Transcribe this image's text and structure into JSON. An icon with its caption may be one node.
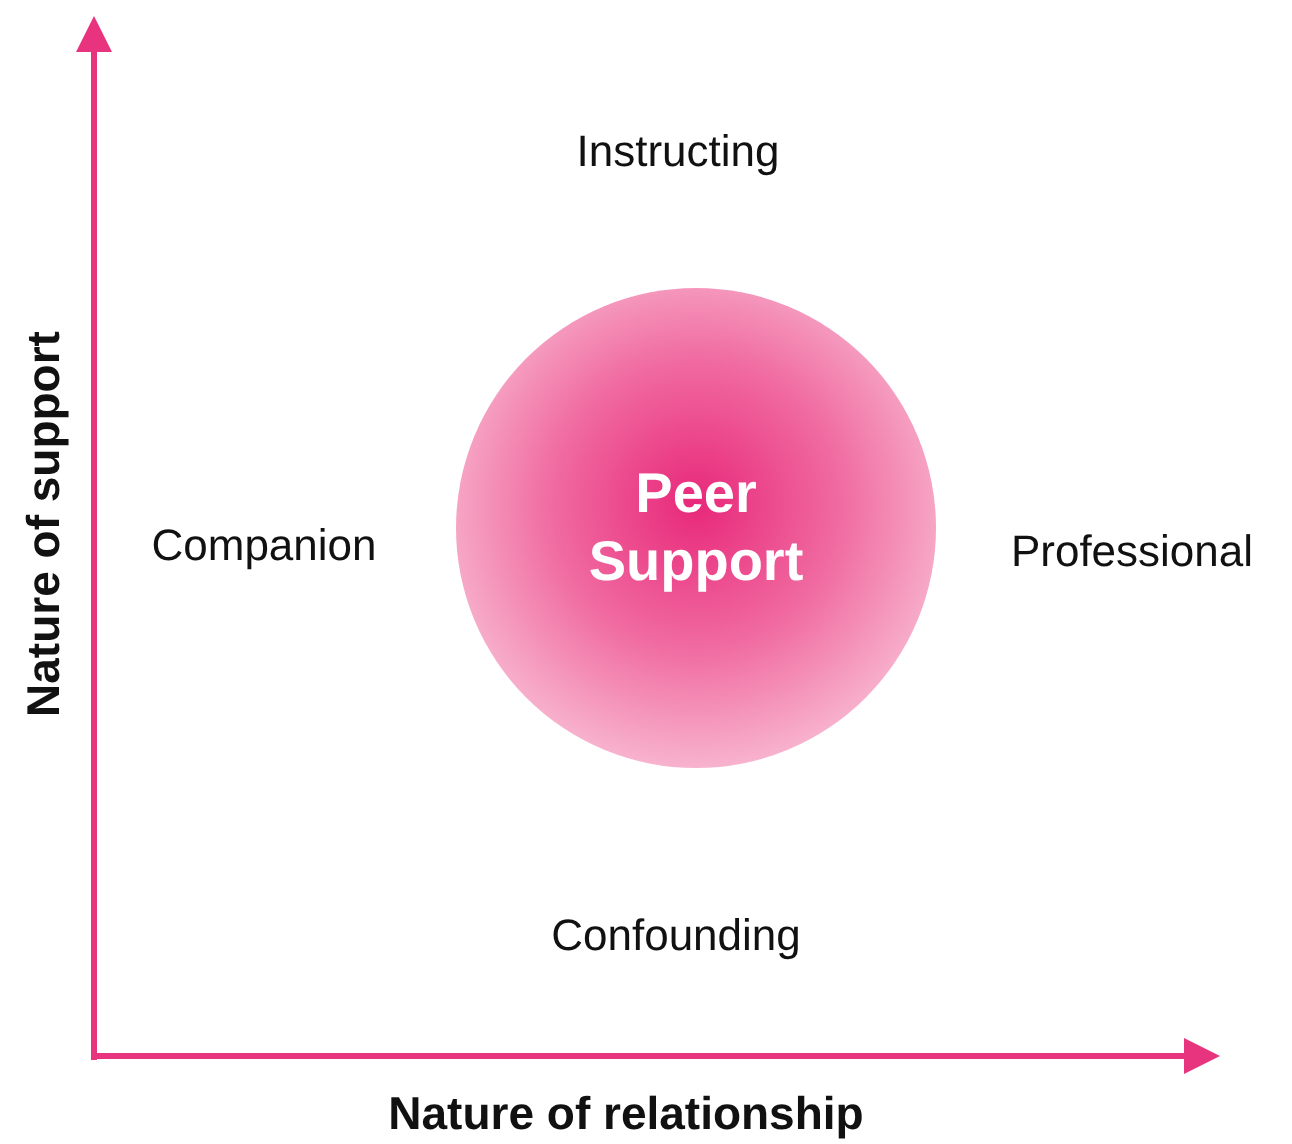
{
  "diagram": {
    "nodes": [
      {
        "text": [
          "Peer Support"
        ]
      }
    ],
    "labels": [
      "Instructing",
      "Nature of support",
      "Companion",
      "Professional",
      "Confounding",
      "Nature of relationship"
    ]
  }
}
